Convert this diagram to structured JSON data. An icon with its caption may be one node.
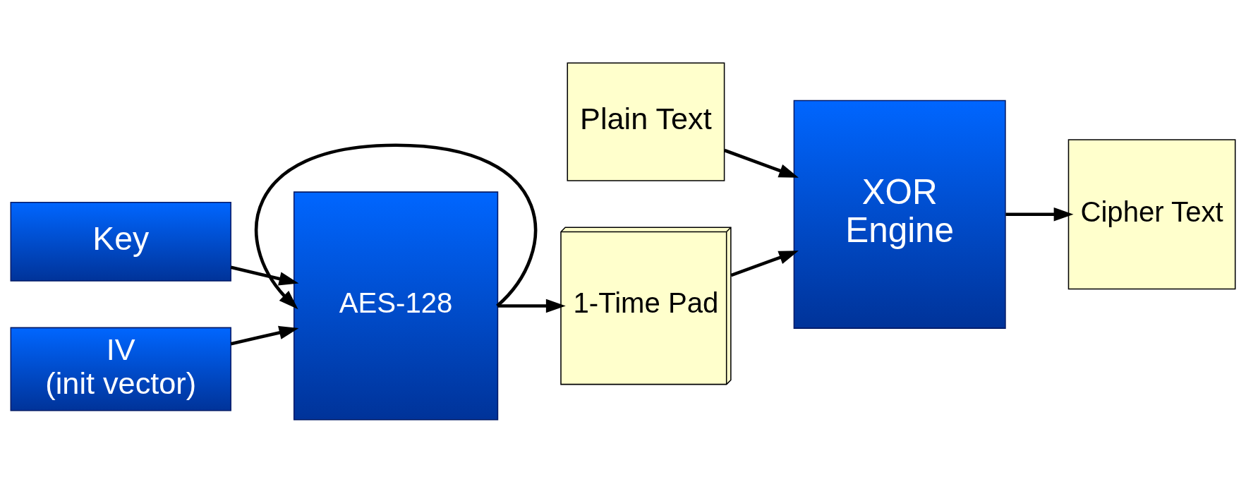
{
  "diagram": {
    "nodes": [
      {
        "text": [
          "Plain Text"
        ]
      },
      {
        "text": [
          "Key"
        ]
      },
      {
        "text": [
          "IV",
          "(init vector)"
        ]
      },
      {
        "text": [
          "AES-128"
        ]
      },
      {
        "text": [
          "1-Time Pad"
        ]
      },
      {
        "text": [
          "XOR",
          "Engine"
        ]
      },
      {
        "text": [
          "Cipher Text"
        ]
      }
    ],
    "edges": [
      {
        "from": 1,
        "to": 3,
        "arrow": "to"
      },
      {
        "from": 2,
        "to": 3,
        "arrow": "to"
      },
      {
        "from": 3,
        "to": 4,
        "arrow": "to"
      },
      {
        "from": 3,
        "to": 3,
        "arrow": "to"
      },
      {
        "from": 4,
        "to": 5,
        "arrow": "to"
      },
      {
        "from": 0,
        "to": 5,
        "arrow": "to"
      },
      {
        "from": 5,
        "to": 6,
        "arrow": "to"
      }
    ]
  }
}
